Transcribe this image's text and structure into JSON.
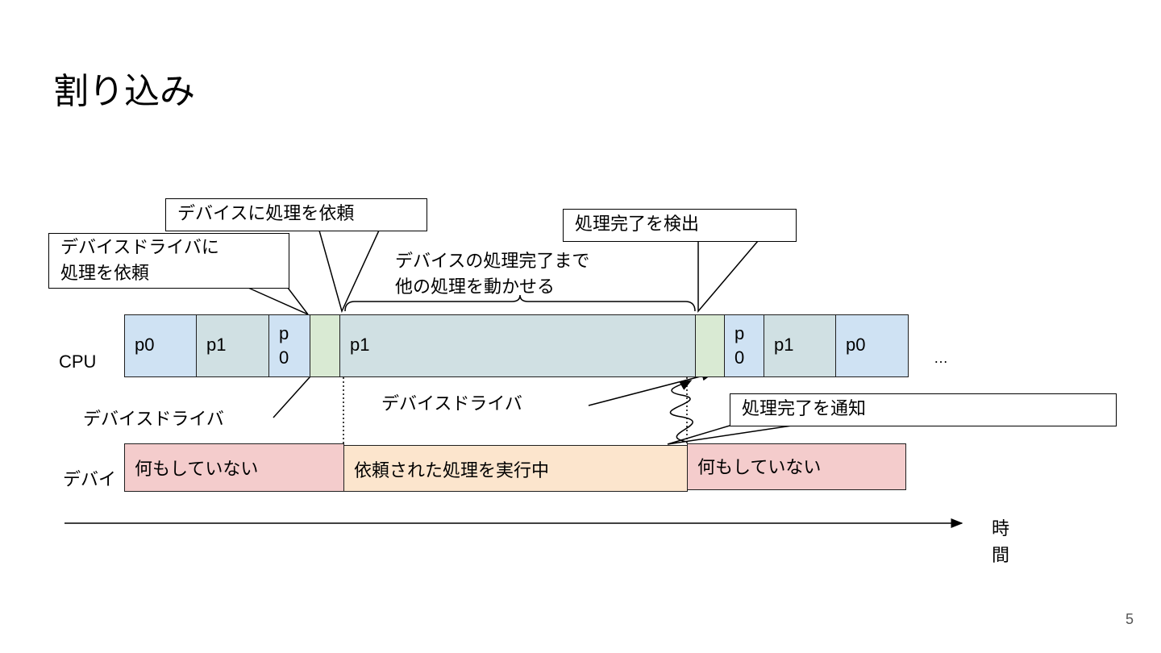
{
  "slide": {
    "title": "割り込み",
    "page_number": "5"
  },
  "callouts": {
    "driver_request": "デバイスドライバに\n処理を依頼",
    "device_request": "デバイスに処理を依頼",
    "detect_done": "処理完了を検出",
    "notify_done": "処理完了を通知"
  },
  "brace_note": "デバイスの処理完了まで\n他の処理を動かせる",
  "rows": {
    "cpu_label": "CPU",
    "device_label": "デバイ",
    "driver_label_left": "デバイスドライバ",
    "driver_label_mid": "デバイスドライバ"
  },
  "cpu_segments": [
    {
      "label": "p0",
      "color": "#cfe2f3"
    },
    {
      "label": "p1",
      "color": "#d0e0e3"
    },
    {
      "label": "p0",
      "color": "#cfe2f3"
    },
    {
      "label": "",
      "color": "#d9ead3"
    },
    {
      "label": "p1",
      "color": "#d0e0e3"
    },
    {
      "label": "",
      "color": "#d9ead3"
    },
    {
      "label": "p0",
      "color": "#cfe2f3"
    },
    {
      "label": "p1",
      "color": "#d0e0e3"
    },
    {
      "label": "p0",
      "color": "#cfe2f3"
    }
  ],
  "cpu_ellipsis": "…",
  "device_segments": [
    {
      "label": "何もしていない",
      "color": "#f4cccc"
    },
    {
      "label": "依頼された処理を実行中",
      "color": "#fce5cd"
    },
    {
      "label": "何もしていない",
      "color": "#f4cccc"
    }
  ],
  "time_axis": {
    "label": "時\n間"
  }
}
